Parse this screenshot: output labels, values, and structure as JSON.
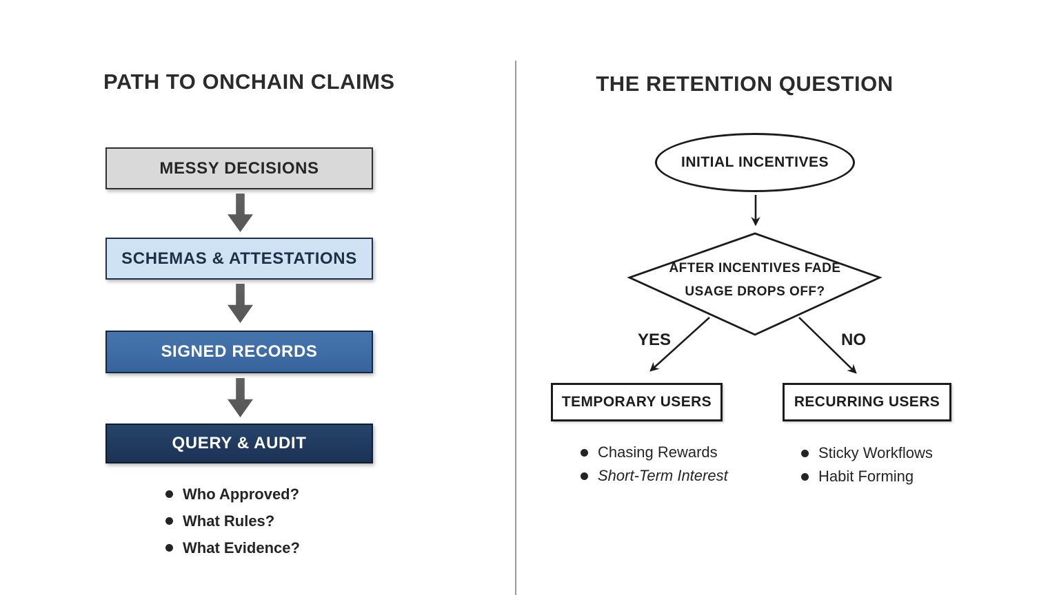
{
  "colors": {
    "title-text": "#2b2b2b",
    "divider": "#95989c",
    "arrow-gray": "#565656",
    "outline-dark": "#1b1b1b",
    "bullet-text": "#242424",
    "box1-fill": "#d9d9d9",
    "box1-border": "#2f2f2f",
    "box1-text": "#262626",
    "box2-fill": "#cfe2f4",
    "box2-border": "#1d3048",
    "box2-text": "#1f3044",
    "box3-fill": "#3e6ca5",
    "box3-border": "#15273d",
    "box3-text": "#ffffff",
    "box4-fill": "#203a5e",
    "box4-border": "#0e1d31",
    "box4-text": "#ffffff"
  },
  "left_panel": {
    "title": "PATH TO ONCHAIN CLAIMS",
    "flow": [
      {
        "label": "MESSY DECISIONS"
      },
      {
        "label": "SCHEMAS & ATTESTATIONS"
      },
      {
        "label": "SIGNED RECORDS"
      },
      {
        "label": "QUERY & AUDIT"
      }
    ],
    "bullets": [
      "Who Approved?",
      "What Rules?",
      "What Evidence?"
    ]
  },
  "right_panel": {
    "title": "THE RETENTION QUESTION",
    "start_node": "INITIAL INCENTIVES",
    "decision": {
      "line1": "AFTER INCENTIVES FADE",
      "line2": "USAGE DROPS OFF?"
    },
    "branches": [
      {
        "label": "YES",
        "node": "TEMPORARY USERS",
        "bullets": [
          {
            "text": "Chasing Rewards"
          },
          {
            "text": "Short-Term Interest"
          }
        ]
      },
      {
        "label": "NO",
        "node": "RECURRING USERS",
        "bullets": [
          {
            "text": "Sticky Workflows"
          },
          {
            "text": "Habit Forming"
          }
        ]
      }
    ]
  }
}
